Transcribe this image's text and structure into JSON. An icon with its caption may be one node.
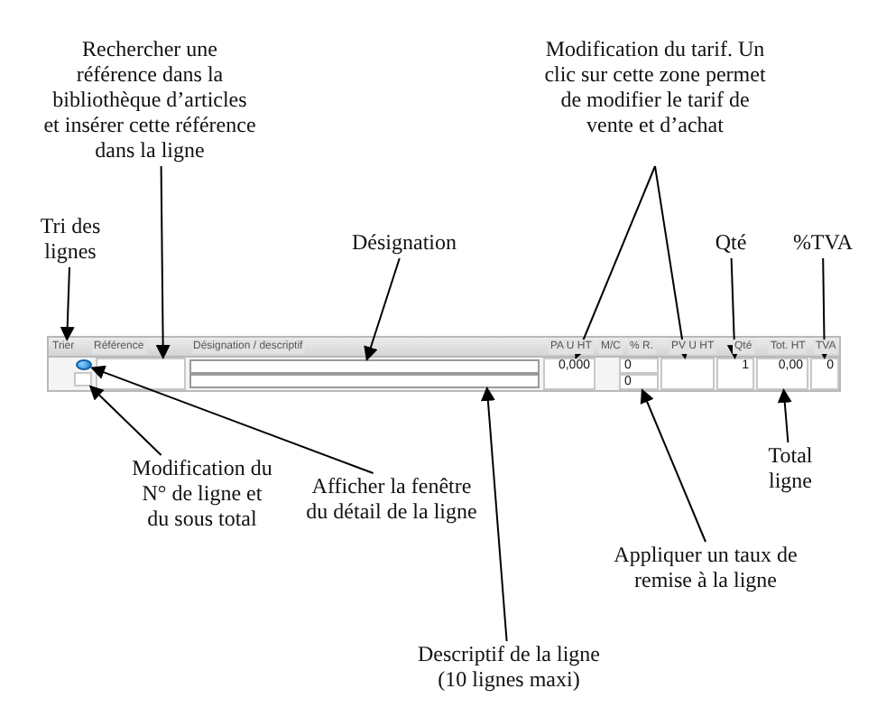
{
  "diagram": {
    "nodes": [
      {
        "text": [
          "Rechercher une référence dans la bibliothèque d’articles et insérer cette référence dans la ligne"
        ]
      },
      {
        "text": [
          "Modification du tarif. Un clic sur cette zone permet de modifier le tarif de vente et d’achat"
        ]
      },
      {
        "text": [
          "Tri des lignes"
        ]
      },
      {
        "text": [
          "Désignation"
        ]
      },
      {
        "text": [
          "Qté"
        ]
      },
      {
        "text": [
          "%TVA"
        ]
      },
      {
        "text": [],
        "shape": "box"
      },
      {
        "text": [
          "Trier"
        ],
        "in": 6
      },
      {
        "text": [],
        "shape": "circle",
        "in": 6
      },
      {
        "text": [],
        "shape": "box",
        "in": 6
      },
      {
        "text": [],
        "shape": "box",
        "in": 6
      },
      {
        "text": [],
        "shape": "box",
        "in": 6
      },
      {
        "text": [],
        "shape": "box",
        "in": 6
      },
      {
        "text": [
          "0,000"
        ],
        "in": 6
      },
      {
        "text": [
          "0"
        ],
        "in": 6
      },
      {
        "text": [
          "0"
        ],
        "in": 6
      },
      {
        "text": [],
        "shape": "box",
        "in": 6
      },
      {
        "text": [
          "1"
        ],
        "in": 6
      },
      {
        "text": [
          "0,00"
        ],
        "in": 6
      },
      {
        "text": [
          "0"
        ],
        "in": 6
      },
      {
        "text": [
          "Modification du N° de ligne et du sous total"
        ]
      },
      {
        "text": [
          "Afficher la fenêtre du détail de la ligne"
        ]
      },
      {
        "text": [
          "Total ligne"
        ]
      },
      {
        "text": [
          "Appliquer un taux de remise à la ligne"
        ]
      },
      {
        "text": [
          "Descriptif de la ligne (10 lignes maxi)"
        ]
      }
    ],
    "edges": [
      {
        "from": 2,
        "to": 7,
        "arrow": "to"
      },
      {
        "from": 0,
        "to": 10,
        "arrow": "to"
      },
      {
        "from": 3,
        "to": 11,
        "arrow": "to"
      },
      {
        "from": 1,
        "to": 13,
        "arrow": "to"
      },
      {
        "from": 1,
        "to": 16,
        "arrow": "to"
      },
      {
        "from": 4,
        "to": 17,
        "arrow": "to"
      },
      {
        "from": 5,
        "to": 19,
        "arrow": "to"
      },
      {
        "from": 20,
        "to": 9,
        "arrow": "to"
      },
      {
        "from": 21,
        "to": 8,
        "arrow": "to"
      },
      {
        "from": 22,
        "to": 18,
        "arrow": "to"
      },
      {
        "from": 23,
        "to": 15,
        "arrow": "to"
      },
      {
        "from": 24,
        "to": 12,
        "arrow": "to"
      }
    ],
    "labels": [
      "Référence",
      "Désignation / descriptif",
      "PA U HT",
      "M/C",
      "% R.",
      "PV U HT",
      "Qté",
      "Tot. HT",
      "TVA"
    ]
  }
}
